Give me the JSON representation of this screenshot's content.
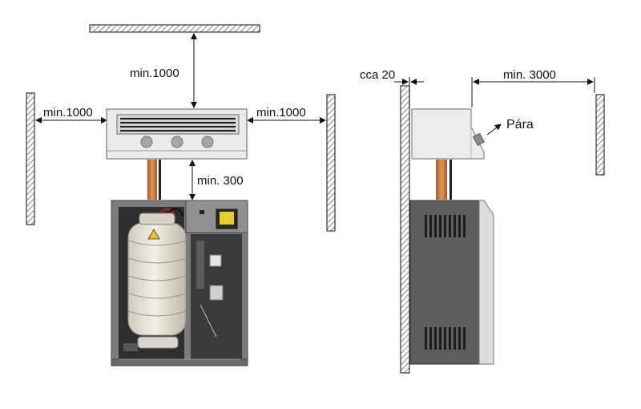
{
  "left_view": {
    "top_clearance": "min.1000",
    "left_clearance": "min.1000",
    "right_clearance": "min.1000",
    "bottom_clearance": "min. 300"
  },
  "right_view": {
    "wall_gap": "cca 20",
    "front_clearance": "min. 3000",
    "steam_label": "Pára"
  },
  "colors": {
    "panel": "#e9e9e9",
    "cabinet": "#5a5a5a",
    "copper_pipe": "#c8763a",
    "cylinder": "#e6e3da"
  }
}
